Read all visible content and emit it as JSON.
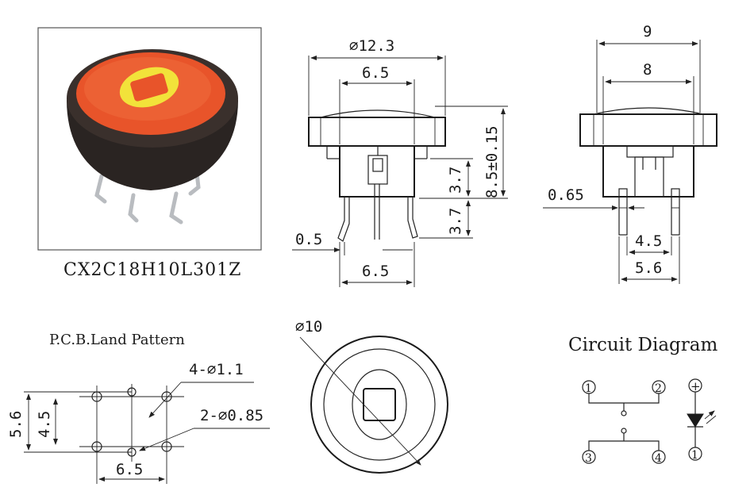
{
  "product": {
    "model": "CX2C18H10L301Z",
    "colors": {
      "cap": "#e8542a",
      "indicator": "#f2e23a",
      "body": "#2a2422"
    }
  },
  "front_view": {
    "overall_dia": "⌀12.3",
    "inner_width": "6.5",
    "height": "8.5±0.15",
    "upper": "3.7",
    "lower": "3.7",
    "pin_thickness": "0.5",
    "pin_spacing": "6.5"
  },
  "side_view": {
    "outer": "9",
    "inner": "8",
    "pin_gap": "0.65",
    "pin_inner": "4.5",
    "pin_outer": "5.6"
  },
  "top_view": {
    "diameter": "⌀10"
  },
  "pcb": {
    "title": "P.C.B.Land Pattern",
    "hole_large": "4-⌀1.1",
    "hole_small": "2-⌀0.85",
    "height_outer": "5.6",
    "height_inner": "4.5",
    "width": "6.5"
  },
  "circuit": {
    "title": "Circuit Diagram",
    "pins": [
      "1",
      "2",
      "3",
      "4"
    ],
    "led_plus": "+",
    "led_minus": "1"
  }
}
